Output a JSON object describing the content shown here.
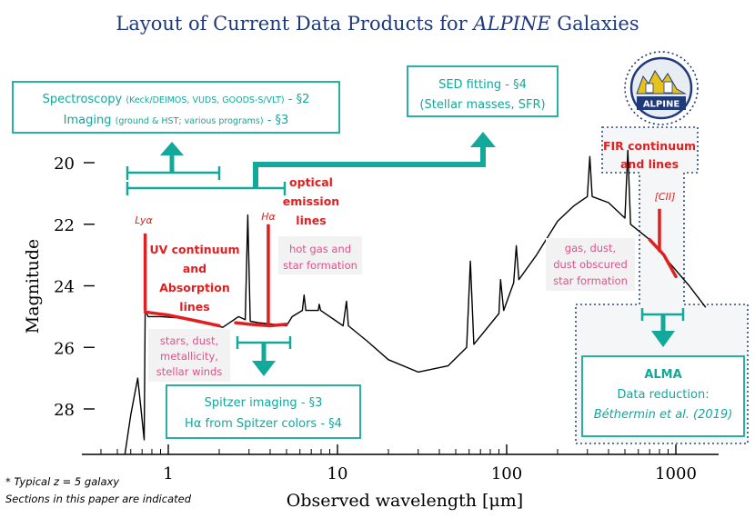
{
  "title": {
    "prefix": "Layout of Current Data Products for ",
    "emph": "ALPINE",
    "suffix": " Galaxies"
  },
  "axes": {
    "xlabel": "Observed wavelength [μm]",
    "ylabel": "Magnitude",
    "x_scale": "log",
    "x_range": [
      0.3,
      2000
    ],
    "y_range": [
      29.5,
      19.2
    ],
    "x_ticks": [
      {
        "value": 1,
        "label": "1"
      },
      {
        "value": 10,
        "label": "10"
      },
      {
        "value": 100,
        "label": "100"
      },
      {
        "value": 1000,
        "label": "1000"
      }
    ],
    "y_ticks": [
      {
        "value": 20,
        "label": "20"
      },
      {
        "value": 22,
        "label": "22"
      },
      {
        "value": 24,
        "label": "24"
      },
      {
        "value": 26,
        "label": "26"
      },
      {
        "value": 28,
        "label": "28"
      }
    ]
  },
  "chart_data": {
    "type": "line",
    "x_scale": "log",
    "ylim": [
      29.5,
      19.2
    ],
    "series": [
      {
        "values": [
          [
            0.55,
            29.6
          ],
          [
            0.6,
            28.2
          ],
          [
            0.66,
            27.0
          ],
          [
            0.69,
            28.0
          ],
          [
            0.72,
            29.0
          ],
          [
            0.73,
            24.8
          ],
          [
            0.76,
            25.0
          ],
          [
            0.9,
            25.0
          ],
          [
            1.2,
            25.05
          ],
          [
            1.6,
            25.2
          ],
          [
            2.1,
            25.35
          ],
          [
            2.6,
            25.0
          ],
          [
            2.85,
            25.1
          ],
          [
            2.95,
            21.7
          ],
          [
            3.05,
            25.15
          ],
          [
            3.4,
            25.2
          ],
          [
            4.2,
            25.25
          ],
          [
            5.0,
            25.3
          ],
          [
            5.4,
            25.0
          ],
          [
            6.2,
            24.8
          ],
          [
            6.35,
            24.3
          ],
          [
            6.5,
            24.8
          ],
          [
            7.7,
            24.8
          ],
          [
            7.8,
            24.6
          ],
          [
            7.95,
            24.8
          ],
          [
            10.8,
            25.3
          ],
          [
            11.3,
            24.5
          ],
          [
            11.6,
            25.3
          ],
          [
            15,
            25.8
          ],
          [
            20,
            26.4
          ],
          [
            30,
            26.8
          ],
          [
            45,
            26.6
          ],
          [
            58,
            26.0
          ],
          [
            61,
            23.2
          ],
          [
            64,
            25.9
          ],
          [
            90,
            24.9
          ],
          [
            92,
            23.8
          ],
          [
            96,
            24.8
          ],
          [
            110,
            23.9
          ],
          [
            114,
            22.7
          ],
          [
            118,
            23.8
          ],
          [
            150,
            23.0
          ],
          [
            200,
            21.9
          ],
          [
            250,
            21.4
          ],
          [
            300,
            21.1
          ],
          [
            310,
            19.8
          ],
          [
            320,
            21.1
          ],
          [
            400,
            21.3
          ],
          [
            500,
            21.8
          ],
          [
            520,
            19.6
          ],
          [
            540,
            22.0
          ],
          [
            700,
            22.5
          ],
          [
            900,
            23.2
          ],
          [
            1200,
            24.0
          ],
          [
            1500,
            24.7
          ]
        ]
      },
      {
        "values": [
          [
            0.73,
            24.85
          ],
          [
            1.0,
            24.95
          ],
          [
            1.5,
            25.15
          ],
          [
            2.0,
            25.3
          ]
        ]
      },
      {
        "values": [
          [
            2.5,
            25.2
          ],
          [
            3.0,
            25.25
          ],
          [
            4.0,
            25.3
          ],
          [
            5.0,
            25.25
          ]
        ]
      },
      {
        "values": [
          [
            700,
            22.5
          ],
          [
            850,
            23.0
          ],
          [
            1000,
            23.7
          ]
        ]
      }
    ],
    "lines": [
      {
        "label": "Lyα",
        "x": 0.73,
        "y_top": 22.3,
        "y_bottom": 24.8
      },
      {
        "label": "Hα",
        "x": 3.9,
        "y_top": 22.0,
        "y_bottom": 25.3
      },
      {
        "label": "[CII]",
        "x": 800,
        "y_top": 21.5,
        "y_bottom": 22.9
      }
    ]
  },
  "labels": {
    "uv": [
      "UV continuum",
      "and",
      "Absorption",
      "lines"
    ],
    "optical": [
      "optical",
      "emission",
      "lines"
    ],
    "fir": [
      "FIR continuum",
      "and lines"
    ],
    "lya": "Lyα",
    "ha": "Hα",
    "cii": "[CII]"
  },
  "notes": {
    "hotgas": [
      "hot gas and",
      "star formation"
    ],
    "stars": [
      "stars, dust,",
      "metallicity,",
      "stellar winds"
    ],
    "gasdust": [
      "gas, dust,",
      "dust obscured",
      "star formation"
    ]
  },
  "boxes": {
    "spectro": {
      "l1": {
        "a": "Spectroscopy ",
        "b": "(Keck/DEIMOS, VUDS, GOODS-S/VLT)",
        "c": " - §2"
      },
      "l2": {
        "a": "Imaging ",
        "b": "(ground & HST; various programs)",
        "c": " - §3"
      }
    },
    "sed": {
      "l1": "SED fitting - §4",
      "l2": "(Stellar masses, SFR)"
    },
    "spitzer": {
      "l1": "Spitzer imaging - §3",
      "l2": "Hα from Spitzer colors - §4"
    },
    "alma": {
      "l1": "ALMA",
      "l2": "Data reduction:",
      "l3": "Béthermin et al. (2019)"
    }
  },
  "logo": {
    "text": "ALPINE"
  },
  "footnotes": [
    "* Typical z = 5 galaxy",
    "Sections in this paper are indicated"
  ],
  "colors": {
    "teal": "#12a89a",
    "red": "#e02020",
    "pink": "#e0508a",
    "navy": "#1f3a7a",
    "dotted": "#2d4a7a",
    "panel": "#f4f6f7"
  }
}
